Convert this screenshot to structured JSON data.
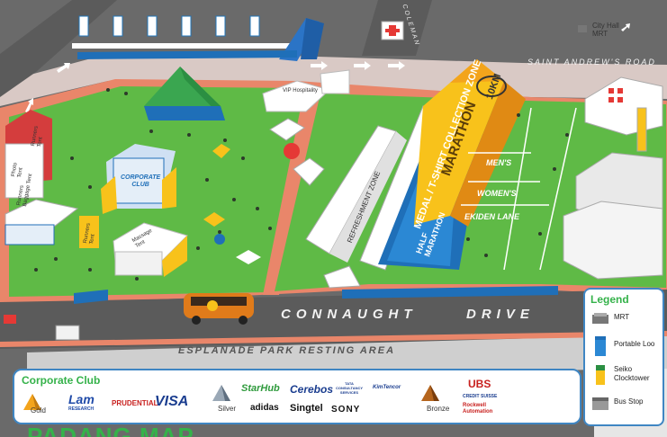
{
  "map": {
    "roads": {
      "saint_andrews": "SAINT ANDREW'S ROAD",
      "connaught": [
        "CONNAUGHT",
        "DRIVE"
      ],
      "coleman": "COLEMAN",
      "park": "ESPLANADE PARK RESTING AREA"
    },
    "mrt_sign": [
      "City Hall",
      "MRT"
    ],
    "zones": {
      "marathon": "MARATHON",
      "half_marathon": [
        "HALF",
        "MARATHON"
      ],
      "tshirt": "MEDAL / T-SHIRT COLLECTION ZONE",
      "ten_km": "10KM",
      "refreshment": "REFRESHMENT ZONE",
      "mens": "MEN'S",
      "womens": "WOMEN'S",
      "ekiden": "EKIDEN LANE",
      "corporate_club": [
        "CORPORATE",
        "CLUB"
      ],
      "vip": "VIP Hospitality",
      "massage": [
        "Massage",
        "Tent"
      ],
      "photo_tent": [
        "Photo",
        "Tent"
      ],
      "baggage": [
        "Runners",
        "Baggage Tent"
      ],
      "runners_tent": [
        "Runners",
        "Tent"
      ],
      "tent_a": [
        "Runners",
        "Tent"
      ]
    }
  },
  "corporate_club": {
    "title": "Corporate Club",
    "tiers": {
      "gold": "Gold",
      "silver": "Silver",
      "bronze": "Bronze"
    },
    "gold_sponsors": [
      "Lam",
      "PRUDENTIAL",
      "VISA"
    ],
    "gold_sub": [
      "RESEARCH"
    ],
    "silver_sponsors": [
      "StarHub",
      "Cerebos",
      "TATA CONSULTANCY SERVICES",
      "KimTencor",
      "adidas",
      "Singtel",
      "SONY"
    ],
    "bronze_sponsors": [
      "UBS",
      "CREDIT SUISSE",
      "Rockwell Automation"
    ]
  },
  "legend": {
    "title": "Legend",
    "items": [
      {
        "label": "MRT",
        "icon": "mrt-icon"
      },
      {
        "label": "Portable Loo",
        "icon": "portable-loo-icon"
      },
      {
        "label": "Seiko Clocktower",
        "icon": "clocktower-icon"
      },
      {
        "label": "Bus Stop",
        "icon": "bus-stop-icon"
      }
    ]
  },
  "colors": {
    "road": "#5b5b5b",
    "grass": "#5fba46",
    "sidewalk": "#e9866a",
    "marathon_yellow": "#f8c21b",
    "blue": "#1f6fb8",
    "accent_green": "#35b24a"
  },
  "banner": {
    "title": "PADANG MAP"
  }
}
